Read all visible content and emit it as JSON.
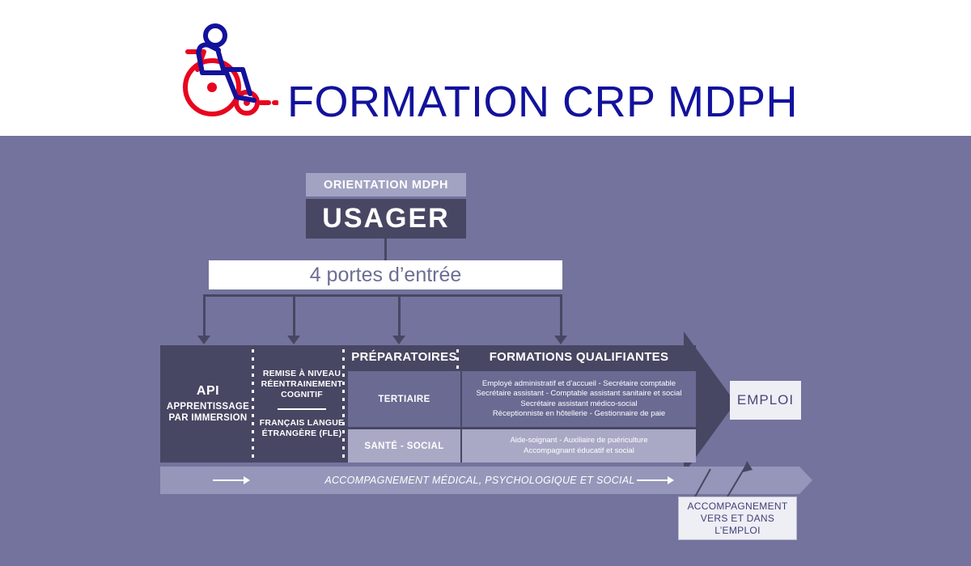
{
  "header": {
    "title": "FORMATION CRP MDPH",
    "logo_icon": "wheelchair-accessibility-icon",
    "title_color": "#12129c",
    "logo_blue": "#12129c",
    "logo_red": "#e8051f"
  },
  "diagram": {
    "background_color": "#73739d",
    "panel_color": "#474763",
    "orientation_label": "ORIENTATION MDPH",
    "usager_label": "USAGER",
    "portes_label": "4 portes d’entrée",
    "entry_arrows_count": 4,
    "columns": {
      "api": {
        "title": "API",
        "subtitle_line1": "APPRENTISSAGE",
        "subtitle_line2": "PAR IMMERSION"
      },
      "remise": {
        "line1": "REMISE À NIVEAU",
        "line2": "RÉENTRAINEMENT",
        "line3": "COGNITIF",
        "line4": "FRANÇAIS LANGUE",
        "line5": "ÉTRANGÈRE (FLE)"
      },
      "preparatoires": {
        "header": "PRÉPARATOIRES",
        "rows": [
          {
            "label": "TERTIAIRE"
          },
          {
            "label": "SANTÉ - SOCIAL"
          }
        ]
      },
      "qualifiantes": {
        "header": "FORMATIONS QUALIFIANTES",
        "tertiaire_lines": [
          "Employé administratif et d’accueil - Secrétaire comptable",
          "Secrétaire assistant - Comptable assistant sanitaire et social",
          "Secrétaire assistant médico-social",
          "Réceptionniste en hôtellerie - Gestionnaire de paie"
        ],
        "sante_lines": [
          "Aide-soignant - Auxiliaire de puériculture",
          "Accompagnant éducatif et social"
        ]
      }
    },
    "emploi_label": "EMPLOI",
    "accompaniment_bar_label": "ACCOMPAGNEMENT MÉDICAL, PSYCHOLOGIQUE ET SOCIAL",
    "accompaniment_emploi": {
      "line1": "ACCOMPAGNEMENT",
      "line2": "VERS ET DANS",
      "line3": "L’EMPLOI"
    }
  }
}
